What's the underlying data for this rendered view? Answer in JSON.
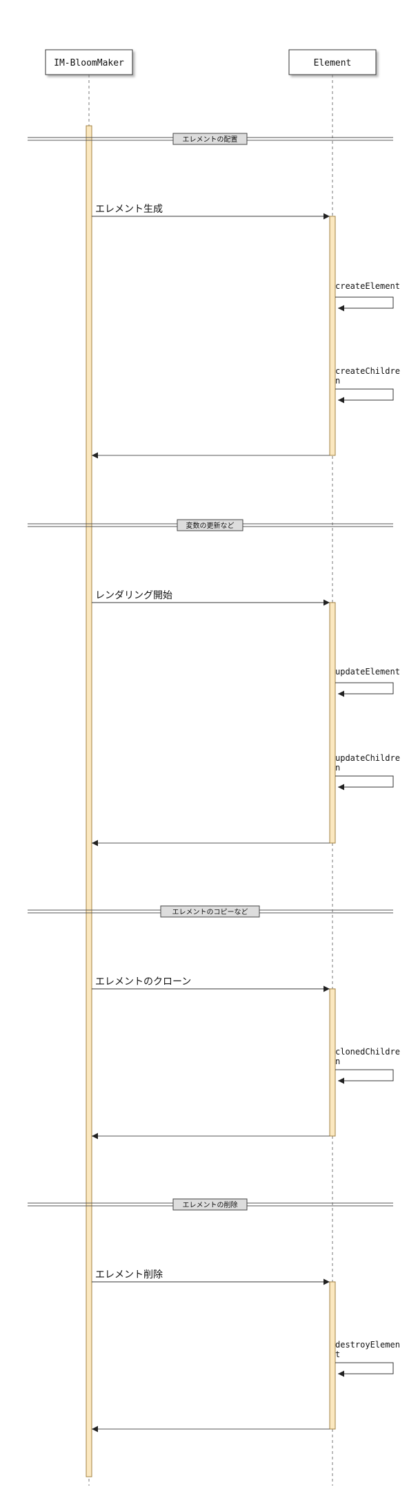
{
  "participants": [
    {
      "id": "bloommaker",
      "label": "IM-BloomMaker"
    },
    {
      "id": "element",
      "label": "Element"
    }
  ],
  "colors": {
    "activation_fill": "#fbe8c0",
    "activation_stroke": "#a08040",
    "box_fill": "#ffffff",
    "box_stroke": "#333333",
    "divider_fill": "#dddddd",
    "line": "#555555"
  },
  "sections": [
    {
      "label": "エレメントの配置",
      "call": "エレメント生成",
      "self_calls": [
        [
          "createElement"
        ],
        [
          "createChildre",
          "n"
        ]
      ]
    },
    {
      "label": "変数の更新など",
      "call": "レンダリング開始",
      "self_calls": [
        [
          "updateElement"
        ],
        [
          "updateChildre",
          "n"
        ]
      ]
    },
    {
      "label": "エレメントのコピーなど",
      "call": "エレメントのクローン",
      "self_calls": [
        [
          "clonedChildre",
          "n"
        ]
      ]
    },
    {
      "label": "エレメントの削除",
      "call": "エレメント削除",
      "self_calls": [
        [
          "destroyElemen",
          "t"
        ]
      ]
    }
  ]
}
